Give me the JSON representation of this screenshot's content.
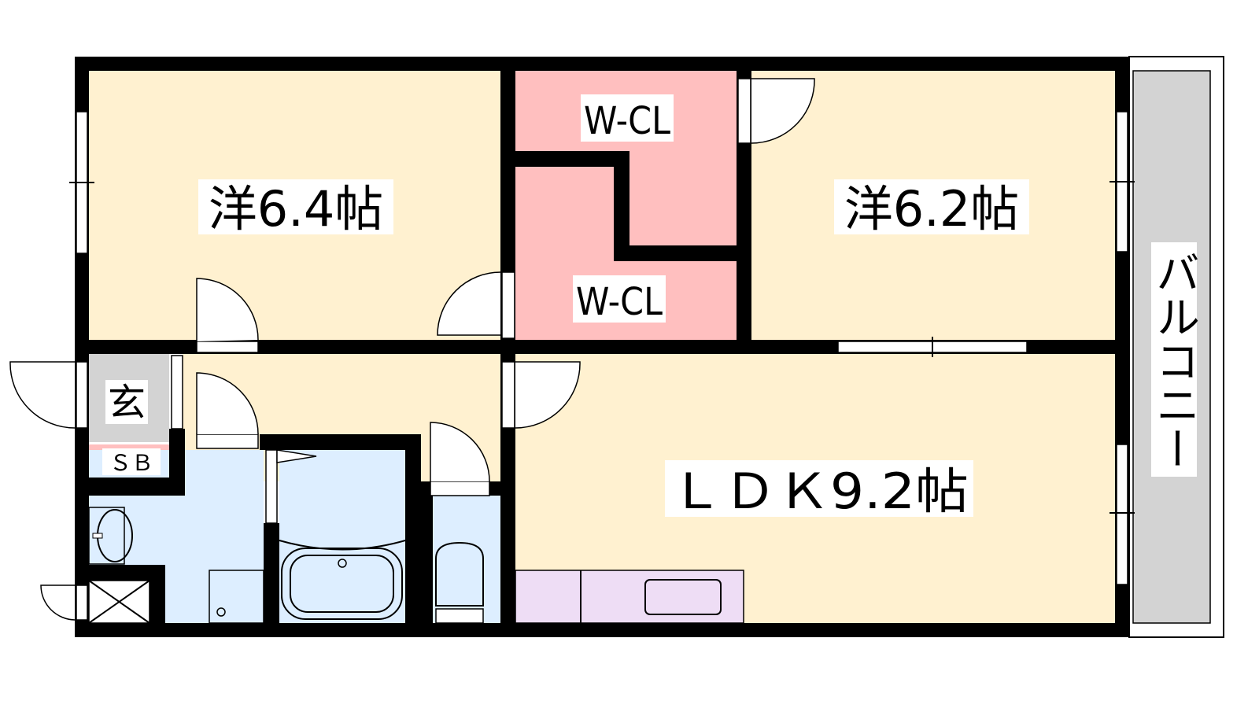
{
  "floorplan": {
    "rooms": {
      "western_left": "洋6.4帖",
      "western_right": "洋6.2帖",
      "wcl_upper": "W-CL",
      "wcl_lower": "W-CL",
      "ldk": "ＬＤＫ9.2帖",
      "entrance": "玄",
      "shoe_box": "ＳＢ",
      "balcony": "バルコニー"
    },
    "colors": {
      "room": "#FFF1D0",
      "closet": "#FFBFBF",
      "wet_area": "#DDEEFF",
      "entrance": "#D3D3D3",
      "kitchen": "#EEDDF5",
      "balcony": "#D3D3D3",
      "wall": "#000000"
    }
  }
}
